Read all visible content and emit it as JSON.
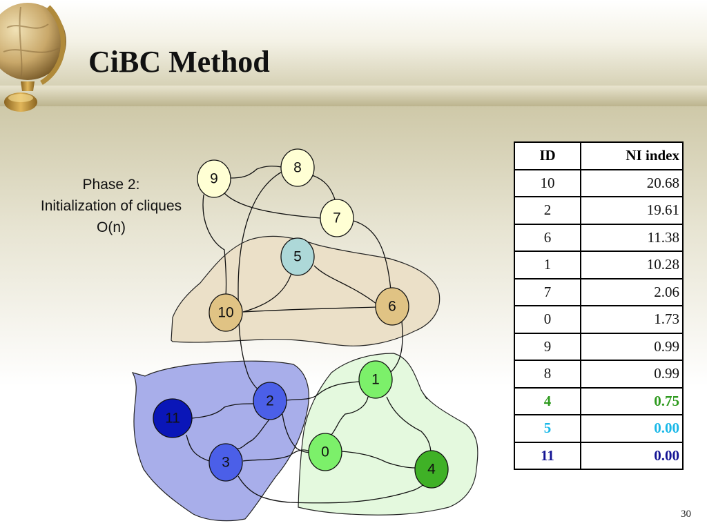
{
  "slide": {
    "title": "CiBC Method",
    "page_number": "30"
  },
  "phase": {
    "line1": "Phase 2:",
    "line2": "Initialization of cliques",
    "line3": "O(n)"
  },
  "graph": {
    "nodes": [
      {
        "id": "0",
        "fill": "#7cf06a"
      },
      {
        "id": "1",
        "fill": "#7cf06a"
      },
      {
        "id": "2",
        "fill": "#4b5fe8"
      },
      {
        "id": "3",
        "fill": "#4b5fe8"
      },
      {
        "id": "4",
        "fill": "#3fb126"
      },
      {
        "id": "5",
        "fill": "#add8d8"
      },
      {
        "id": "6",
        "fill": "#e0c384"
      },
      {
        "id": "7",
        "fill": "#ffffd4"
      },
      {
        "id": "8",
        "fill": "#ffffd4"
      },
      {
        "id": "9",
        "fill": "#ffffd4"
      },
      {
        "id": "10",
        "fill": "#e0c384"
      },
      {
        "id": "11",
        "fill": "#0a16b8"
      }
    ],
    "clusters": [
      {
        "name": "tan-cluster",
        "fill": "#ebe0c8"
      },
      {
        "name": "blue-cluster",
        "fill": "#a8aeea"
      },
      {
        "name": "green-cluster",
        "fill": "#e4f9de"
      }
    ]
  },
  "table": {
    "headers": [
      "ID",
      "NI index"
    ],
    "rows": [
      {
        "id": "10",
        "ni": "20.68",
        "color": "#111111"
      },
      {
        "id": "2",
        "ni": "19.61",
        "color": "#111111"
      },
      {
        "id": "6",
        "ni": "11.38",
        "color": "#111111"
      },
      {
        "id": "1",
        "ni": "10.28",
        "color": "#111111"
      },
      {
        "id": "7",
        "ni": "2.06",
        "color": "#111111"
      },
      {
        "id": "0",
        "ni": "1.73",
        "color": "#111111"
      },
      {
        "id": "9",
        "ni": "0.99",
        "color": "#111111"
      },
      {
        "id": "8",
        "ni": "0.99",
        "color": "#111111"
      },
      {
        "id": "4",
        "ni": "0.75",
        "color": "#2e9a1e"
      },
      {
        "id": "5",
        "ni": "0.00",
        "color": "#19b8e8"
      },
      {
        "id": "11",
        "ni": "0.00",
        "color": "#141494"
      }
    ]
  }
}
